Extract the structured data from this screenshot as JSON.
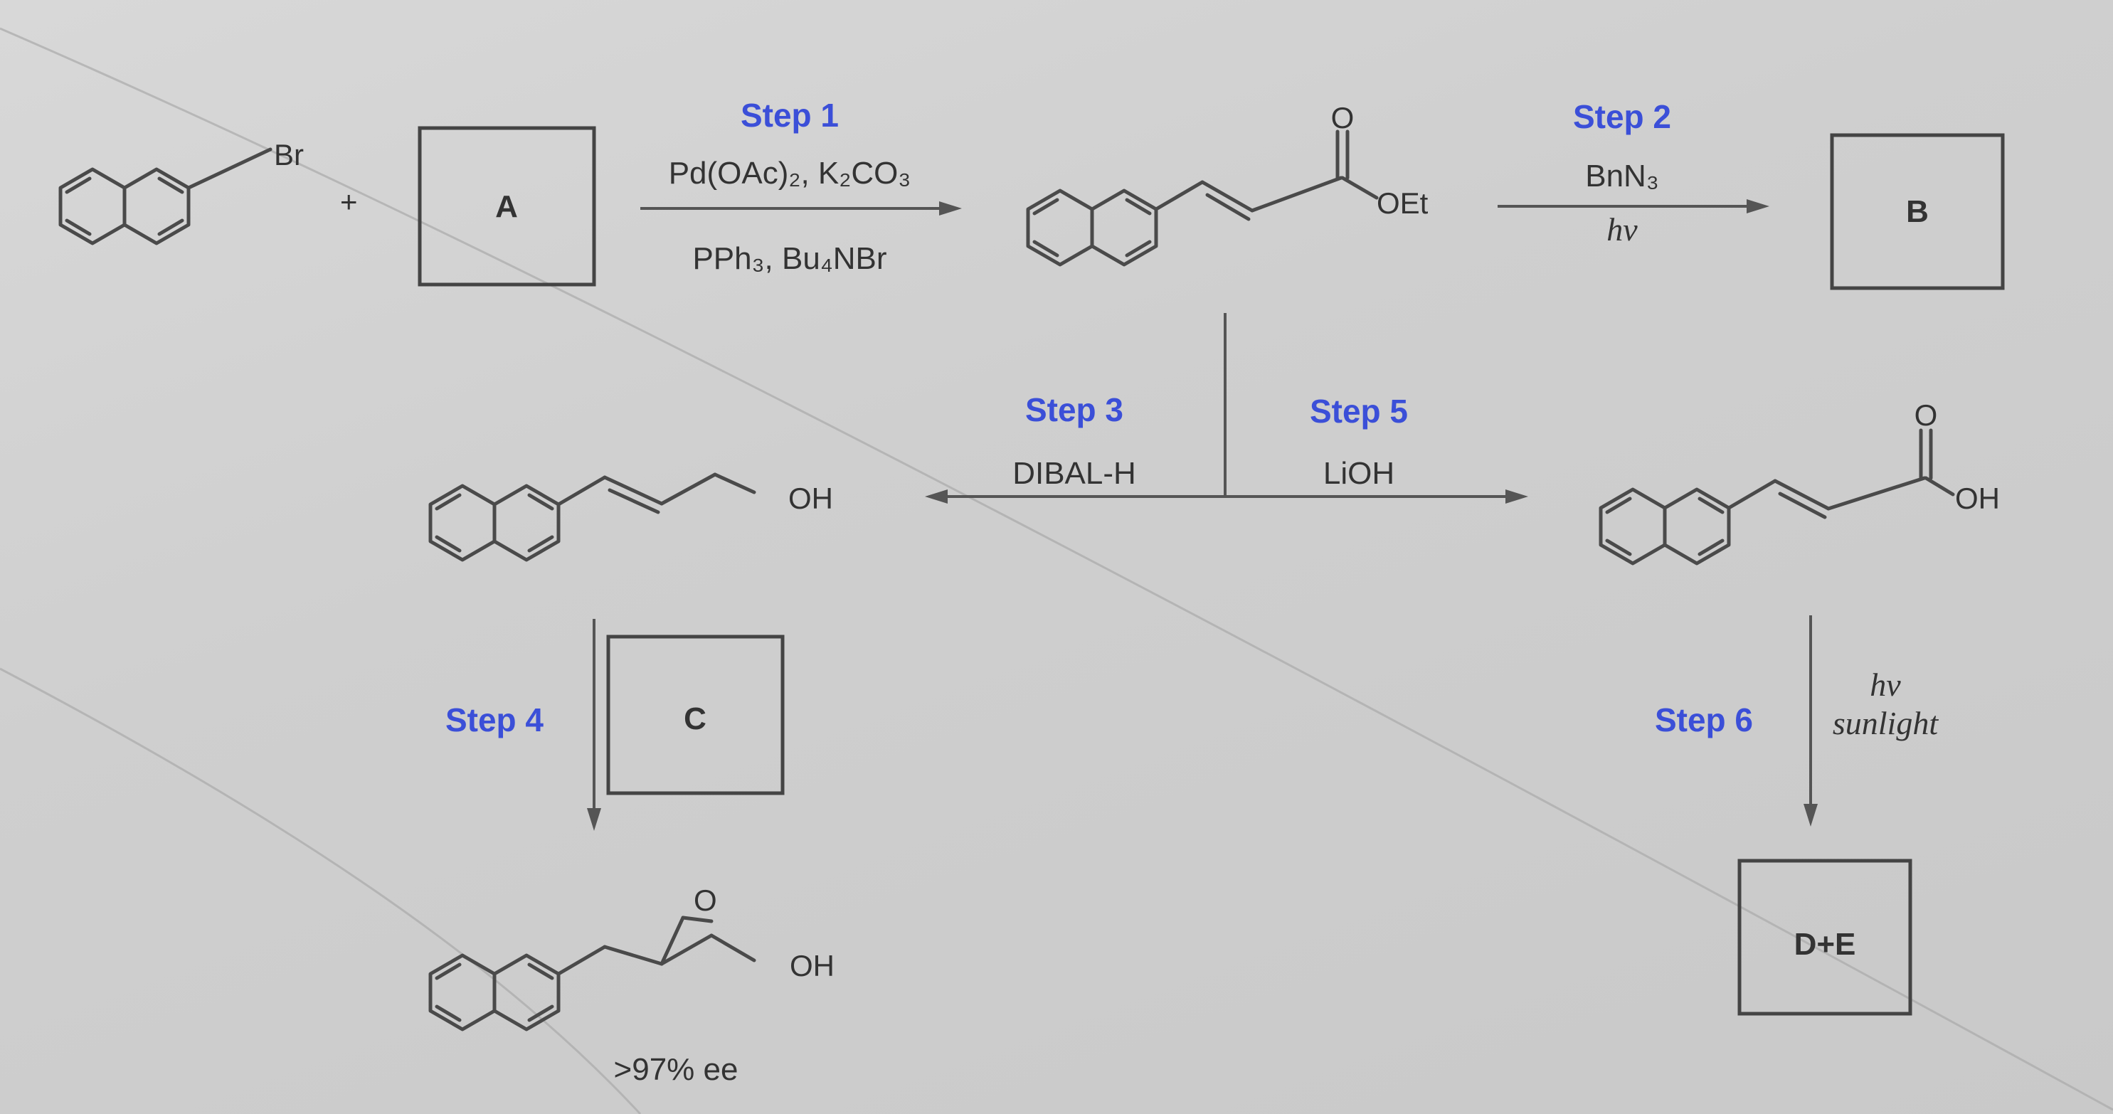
{
  "labels": {
    "bromide_atom": "Br",
    "plus": "+",
    "box_a": "A",
    "box_b": "B",
    "box_c": "C",
    "box_de": "D+E",
    "ester_o": "O",
    "ester_oet": "OEt",
    "allyl_oh": "OH",
    "acid_o": "O",
    "acid_oh": "OH",
    "epox_o": "O",
    "epox_oh": "OH",
    "ee": ">97% ee"
  },
  "steps": {
    "step1": {
      "title": "Step 1",
      "above": "Pd(OAc)₂, K₂CO₃",
      "below": "PPh₃, Bu₄NBr"
    },
    "step2": {
      "title": "Step 2",
      "above": "BnN₃",
      "below": "hν"
    },
    "step3": {
      "title": "Step 3",
      "reagent": "DIBAL-H"
    },
    "step4": {
      "title": "Step 4"
    },
    "step5": {
      "title": "Step 5",
      "reagent": "LiOH"
    },
    "step6": {
      "title": "Step 6",
      "line1": "hν",
      "line2": "sunlight"
    }
  },
  "colors": {
    "step_blue": "#3b4fd8",
    "ink": "#333333"
  }
}
